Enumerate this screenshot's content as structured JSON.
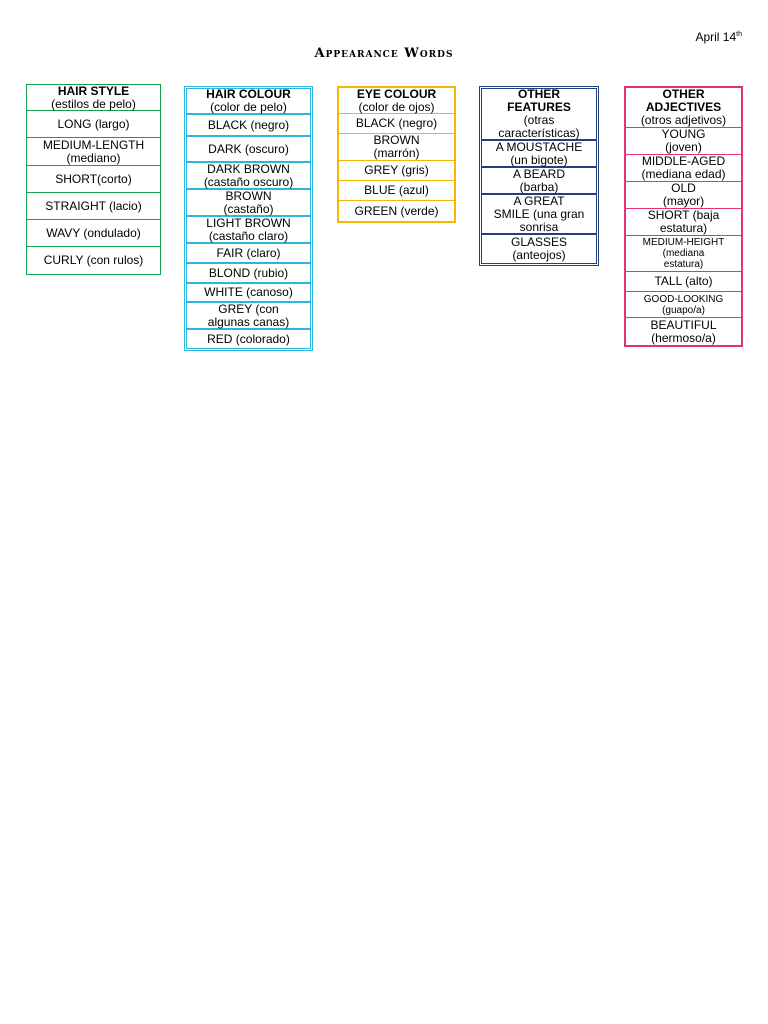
{
  "header": {
    "date_main": "April 14",
    "date_suffix": "th",
    "title": "Appearance Words"
  },
  "colors": {
    "hair_style": "#14a04a",
    "hair_colour": "#2cb6de",
    "eye_colour": "#f5b800",
    "other_features": "#233f82",
    "other_adjectives": "#e4327a"
  },
  "hair_style": {
    "heading": "HAIR STYLE",
    "heading_sub": "(estilos de pelo)",
    "items": [
      [
        "LONG (largo)",
        ""
      ],
      [
        "MEDIUM-LENGTH",
        "(mediano)"
      ],
      [
        "SHORT(corto)",
        ""
      ],
      [
        "STRAIGHT (lacio)",
        ""
      ],
      [
        "WAVY (ondulado)",
        ""
      ],
      [
        "CURLY (con rulos)",
        ""
      ]
    ]
  },
  "hair_colour": {
    "heading": "HAIR COLOUR",
    "heading_sub": "(color de pelo)",
    "items": [
      [
        "BLACK (negro)",
        ""
      ],
      [
        "DARK (oscuro)",
        ""
      ],
      [
        "DARK BROWN",
        "(castaño oscuro)"
      ],
      [
        "BROWN",
        "(castaño)"
      ],
      [
        "LIGHT BROWN",
        "(castaño claro)"
      ],
      [
        "FAIR (claro)",
        ""
      ],
      [
        "BLOND (rubio)",
        ""
      ],
      [
        "WHITE (canoso)",
        ""
      ],
      [
        "GREY (con",
        "algunas canas)"
      ],
      [
        "RED (colorado)",
        ""
      ]
    ]
  },
  "eye_colour": {
    "heading": "EYE COLOUR",
    "heading_sub": "(color de ojos)",
    "items": [
      [
        "BLACK (negro)",
        ""
      ],
      [
        "BROWN",
        "(marrón)"
      ],
      [
        "GREY (gris)",
        ""
      ],
      [
        "BLUE (azul)",
        ""
      ],
      [
        "GREEN (verde)",
        ""
      ]
    ]
  },
  "other_features": {
    "heading": "OTHER",
    "heading_2": "FEATURES",
    "heading_sub": "(otras",
    "heading_sub_2": "características)",
    "items": [
      [
        "A MOUSTACHE",
        "(un bigote)"
      ],
      [
        "A BEARD",
        "(barba)"
      ],
      [
        "A GREAT",
        "SMILE (una gran",
        "sonrisa"
      ],
      [
        "GLASSES",
        "(anteojos)"
      ]
    ]
  },
  "other_adjectives": {
    "heading": "OTHER",
    "heading_2": "ADJECTIVES",
    "heading_sub": "(otros adjetivos)",
    "items": [
      [
        "YOUNG",
        "(joven)"
      ],
      [
        "MIDDLE-AGED",
        "(mediana edad)"
      ],
      [
        "OLD",
        "(mayor)"
      ],
      [
        "SHORT (baja",
        "estatura)"
      ],
      [
        "MEDIUM-HEIGHT",
        "(mediana",
        "estatura)"
      ],
      [
        "TALL (alto)",
        ""
      ],
      [
        "GOOD-LOOKING",
        "(guapo/a)"
      ],
      [
        "BEAUTIFUL",
        "(hermoso/a)"
      ]
    ]
  }
}
